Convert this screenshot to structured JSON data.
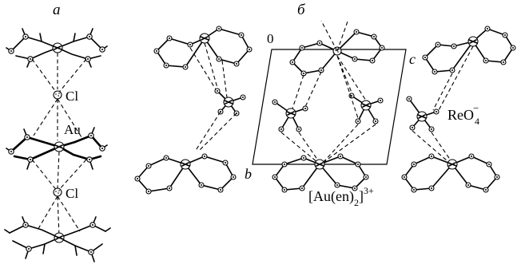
{
  "labels": {
    "panel_a": "а",
    "panel_b": "б",
    "cl_top": "Cl",
    "cl_bottom": "Cl",
    "au": "Au",
    "origin": "0",
    "axis_c": "c",
    "axis_b": "b",
    "reo4_base": "ReO",
    "reo4_sub": "4",
    "reo4_sup": "−",
    "complex_base": "[Au(en)",
    "complex_sub": "2",
    "complex_close": "]",
    "complex_sup": "3+"
  }
}
